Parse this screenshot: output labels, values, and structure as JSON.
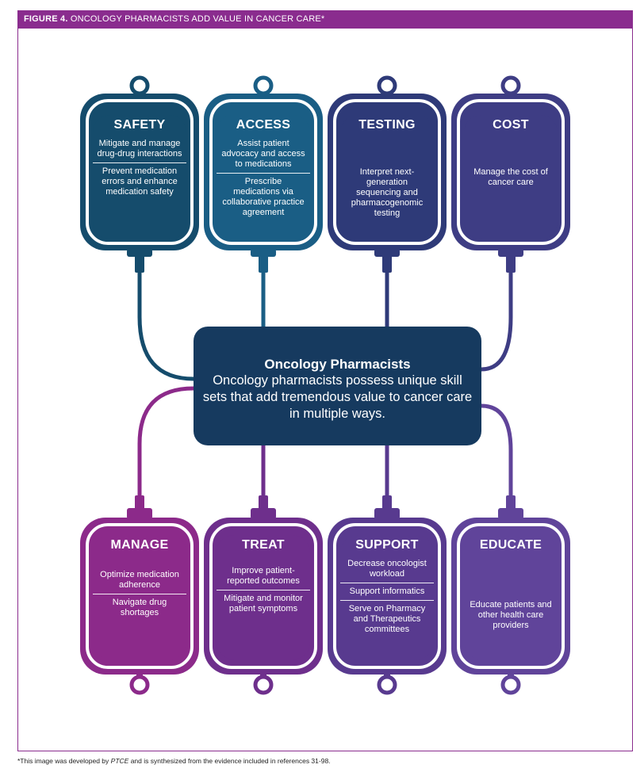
{
  "header": {
    "figure_label": "FIGURE 4.",
    "title": "ONCOLOGY PHARMACISTS ADD VALUE IN CANCER CARE*"
  },
  "colors": {
    "header_bg": "#8a2c8e",
    "center_box": "#163a5f",
    "safety": "#154c6c",
    "access": "#1a5e85",
    "testing": "#2e3a78",
    "cost": "#3e3d84",
    "manage": "#8c2a8a",
    "treat": "#6e2f8c",
    "support": "#583a8f",
    "educate": "#60449a"
  },
  "top_bags": [
    {
      "id": "safety",
      "title": "SAFETY",
      "sections": [
        "Mitigate and manage drug-drug interactions",
        "Prevent medication errors and enhance medication safety"
      ]
    },
    {
      "id": "access",
      "title": "ACCESS",
      "sections": [
        "Assist patient advocacy and access to medications",
        "Prescribe medications via collaborative practice agreement"
      ]
    },
    {
      "id": "testing",
      "title": "TESTING",
      "sections": [
        "Interpret next-generation sequencing and pharmacogenomic testing"
      ]
    },
    {
      "id": "cost",
      "title": "COST",
      "sections": [
        "Manage the cost of cancer care"
      ]
    }
  ],
  "center": {
    "title": "Oncology Pharmacists",
    "body": "Oncology pharmacists possess unique skill sets that add tremendous value to cancer care in multiple ways."
  },
  "bottom_bags": [
    {
      "id": "manage",
      "title": "MANAGE",
      "sections": [
        "Optimize medication adherence",
        "Navigate drug shortages"
      ]
    },
    {
      "id": "treat",
      "title": "TREAT",
      "sections": [
        "Improve patient-reported outcomes",
        "Mitigate and monitor patient symptoms"
      ]
    },
    {
      "id": "support",
      "title": "SUPPORT",
      "sections": [
        "Decrease oncologist workload",
        "Support informatics",
        "Serve on Pharmacy and Therapeutics committees"
      ]
    },
    {
      "id": "educate",
      "title": "EDUCATE",
      "sections": [
        "Educate patients and other health care providers"
      ]
    }
  ],
  "footnote": {
    "prefix": "*This image was developed by ",
    "org": "PTCE",
    "suffix": " and is synthesized from the evidence included in references 31-98."
  }
}
